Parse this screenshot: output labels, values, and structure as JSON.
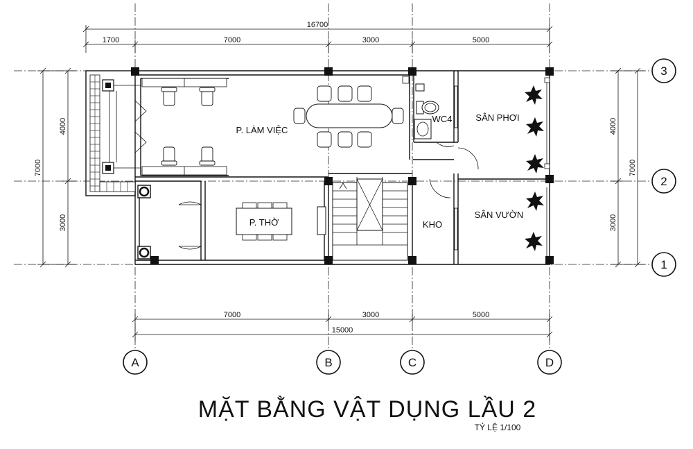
{
  "title": "MẶT BẰNG VẬT DỤNG LẦU 2",
  "scale": "TỶ LỆ 1/100",
  "rooms": {
    "office": "P. LÀM VIỆC",
    "altar": "P. THỜ",
    "wc": "WC4",
    "store": "KHO",
    "drying_yard": "SÂN PHƠI",
    "garden": "SÂN VƯỜN"
  },
  "dimensions": {
    "top_total": "16700",
    "top_segments": [
      "1700",
      "7000",
      "3000",
      "5000"
    ],
    "bottom_segments": [
      "7000",
      "3000",
      "5000"
    ],
    "bottom_total": "15000",
    "left_segments": [
      "4000",
      "3000"
    ],
    "left_total": "7000",
    "right_segments": [
      "4000",
      "3000"
    ],
    "right_total": "7000"
  },
  "axes": {
    "columns": [
      "A",
      "B",
      "C",
      "D"
    ],
    "rows": [
      "3",
      "2",
      "1"
    ]
  }
}
